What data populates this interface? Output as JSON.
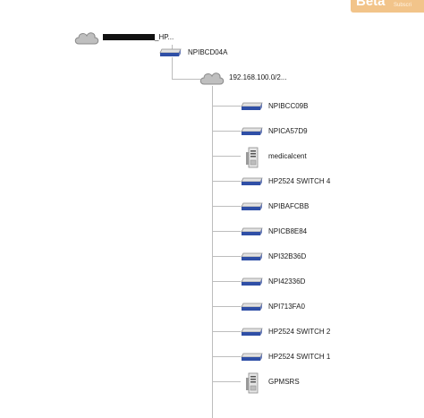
{
  "brand_badge": {
    "primary": "Beta",
    "secondary": "Subscri"
  },
  "tree": {
    "root": {
      "label": "_HP...",
      "icon": "cloud-icon"
    },
    "level1": {
      "label": "NPIBCD04A",
      "icon": "switch-icon"
    },
    "level2": {
      "label": "192.168.100.0/2...",
      "icon": "cloud-icon"
    },
    "children": [
      {
        "label": "NPIBCC09B",
        "icon": "switch-icon"
      },
      {
        "label": "NPICA57D9",
        "icon": "switch-icon"
      },
      {
        "label": "medicalcent",
        "icon": "server-icon"
      },
      {
        "label": "HP2524 SWITCH 4",
        "icon": "switch-icon"
      },
      {
        "label": "NPIBAFCBB",
        "icon": "switch-icon"
      },
      {
        "label": "NPICB8E84",
        "icon": "switch-icon"
      },
      {
        "label": "NPI32B36D",
        "icon": "switch-icon"
      },
      {
        "label": "NPI42336D",
        "icon": "switch-icon"
      },
      {
        "label": "NPI713FA0",
        "icon": "switch-icon"
      },
      {
        "label": "HP2524 SWITCH 2",
        "icon": "switch-icon"
      },
      {
        "label": "HP2524 SWITCH 1",
        "icon": "switch-icon"
      },
      {
        "label": "GPMSRS",
        "icon": "server-icon"
      }
    ]
  },
  "colors": {
    "line": "#bdbdbd",
    "switch_blue": "#2f4fa6",
    "badge": "#f2c48a"
  }
}
